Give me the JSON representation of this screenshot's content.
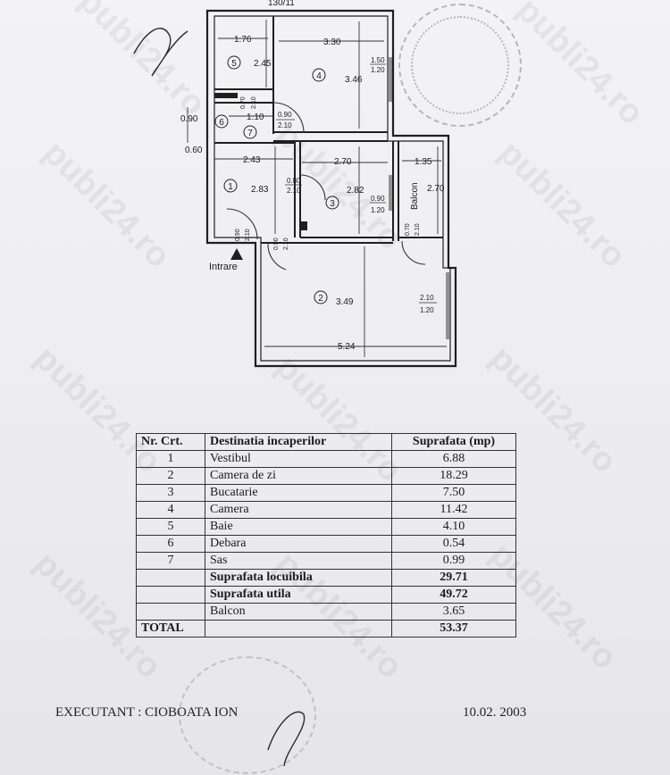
{
  "plan": {
    "top_fragment": "130/11",
    "entrance_label": "Intrare",
    "balcony_label": "Balcon",
    "room_numbers": [
      "1",
      "2",
      "3",
      "4",
      "5",
      "6",
      "7"
    ],
    "dimensions": {
      "d_176": "1.76",
      "d_330": "3.30",
      "d_245": "2.45",
      "d_346": "3.46",
      "d_090_left": "0.90",
      "d_110": "1.10",
      "d_060": "0.60",
      "d_243": "2.43",
      "d_270_top": "2.70",
      "d_135": "1.35",
      "d_283": "2.83",
      "d_282": "2.82",
      "d_270_side": "2.70",
      "d_349": "3.49",
      "d_524": "5.24"
    },
    "openings": {
      "w4_top": "1.50",
      "w4_bottom": "1.20",
      "d5_top": "0.70",
      "d5_bottom": "2.10",
      "d7_top": "0.90",
      "d7_bottom": "2.10",
      "d3_top": "0.80",
      "d3_bottom": "2.10",
      "w3_top": "0.90",
      "w3_bottom": "1.20",
      "dentr_top": "0.90",
      "dentr_bottom": "2.10",
      "d2_top": "0.90",
      "d2_bottom": "2.10",
      "dbal_top": "0.70",
      "dbal_bottom": "2.10",
      "w2_top": "2.10",
      "w2_bottom": "1.20"
    }
  },
  "table": {
    "headers": [
      "Nr. Crt.",
      "Destinatia incaperilor",
      "Suprafata (mp)"
    ],
    "rows": [
      {
        "nr": "1",
        "name": "Vestibul",
        "area": "6.88"
      },
      {
        "nr": "2",
        "name": "Camera de zi",
        "area": "18.29"
      },
      {
        "nr": "3",
        "name": "Bucatarie",
        "area": "7.50"
      },
      {
        "nr": "4",
        "name": "Camera",
        "area": "11.42"
      },
      {
        "nr": "5",
        "name": "Baie",
        "area": "4.10"
      },
      {
        "nr": "6",
        "name": "Debara",
        "area": "0.54"
      },
      {
        "nr": "7",
        "name": "Sas",
        "area": "0.99"
      }
    ],
    "summary": [
      {
        "name": "Suprafata locuibila",
        "area": "29.71"
      },
      {
        "name": "Suprafata utila",
        "area": "49.72"
      },
      {
        "name": "Balcon",
        "area": "3.65"
      }
    ],
    "total_label": "TOTAL",
    "total_area": "53.37"
  },
  "footer": {
    "executant": "EXECUTANT : CIOBOATA ION",
    "date": "10.02. 2003"
  },
  "watermark": "publi24.ro",
  "colors": {
    "ink": "#1c1c1c",
    "paper": "#efeff1",
    "stamp": "#7a7a88"
  }
}
